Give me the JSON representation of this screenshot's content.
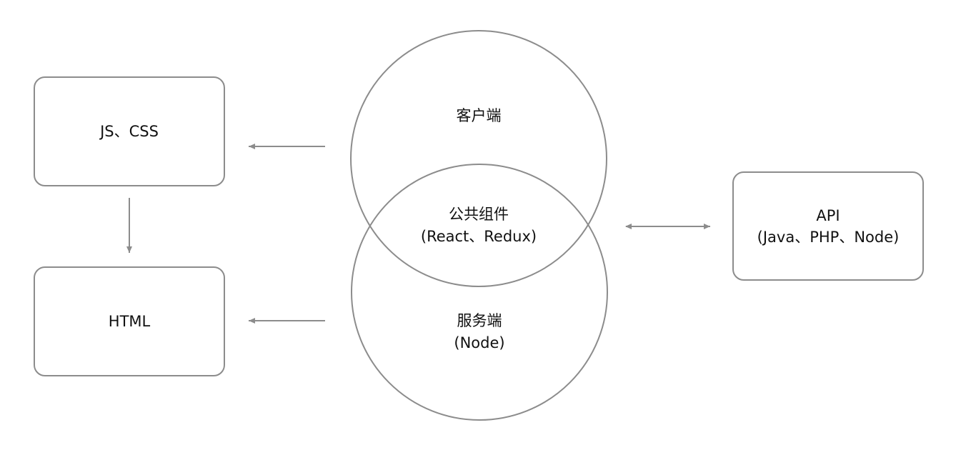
{
  "nodes": {
    "js_css": {
      "text": "JS、CSS"
    },
    "html": {
      "text": "HTML"
    },
    "client": {
      "text": "客户端"
    },
    "shared": {
      "title": "公共组件",
      "subtitle": "(React、Redux)"
    },
    "server": {
      "title": "服务端",
      "subtitle": "(Node)"
    },
    "api": {
      "title": "API",
      "subtitle": "(Java、PHP、Node)"
    }
  },
  "colors": {
    "stroke": "#8c8c8c",
    "text": "#111111",
    "background": "#ffffff"
  }
}
